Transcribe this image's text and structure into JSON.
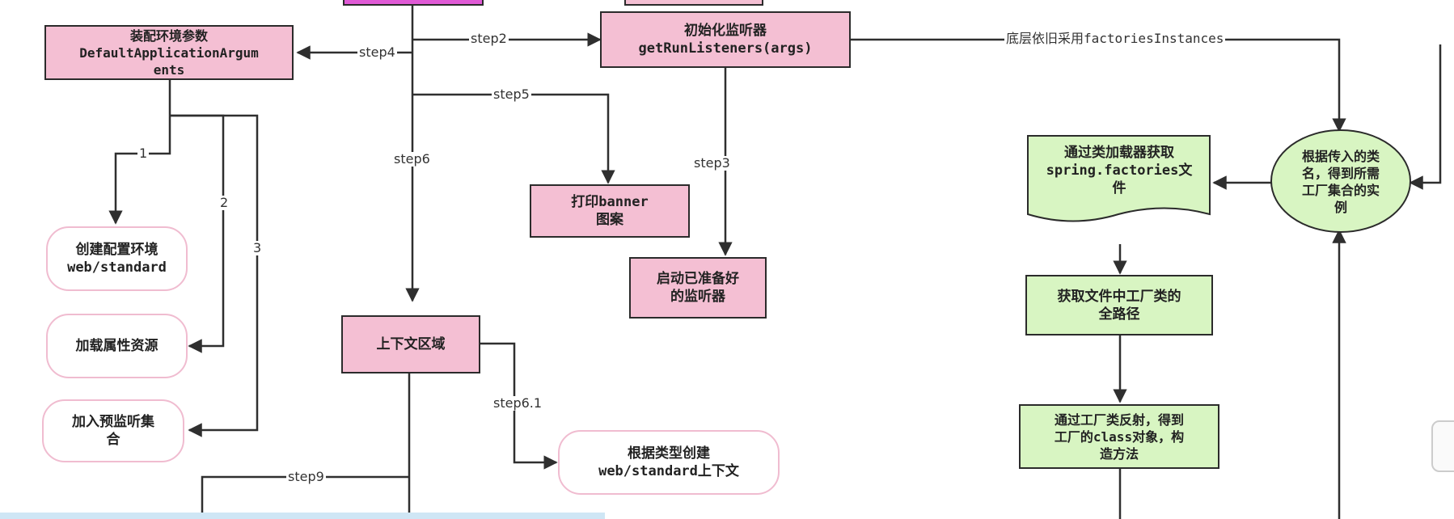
{
  "nodes": {
    "args": "装配环境参数\nDefaultApplicationArgum\nents",
    "listeners": "初始化监听器\ngetRunListeners(args)",
    "env": "创建配置环境\nweb/standard",
    "props": "加载属性资源",
    "prelisten": "加入预监听集\n合",
    "banner": "打印banner\n图案",
    "started": "启动已准备好\n的监听器",
    "context": "上下文区域",
    "createctx": "根据类型创建\nweb/standard上下文",
    "loader": "通过类加载器获取\nspring.factories文\n件",
    "fullpath": "获取文件中工厂类的\n全路径",
    "reflect": "通过工厂类反射，得到\n工厂的class对象，构\n造方法",
    "instances": "根据传入的类\n名，得到所需\n工厂集合的实\n例"
  },
  "edges": {
    "step2": "step2",
    "step3": "step3",
    "step4": "step4",
    "step5": "step5",
    "step6": "step6",
    "step61": "step6.1",
    "step9": "step9",
    "n1": "1",
    "n2": "2",
    "n3": "3",
    "factories": "底层依旧采用factoriesInstances"
  }
}
